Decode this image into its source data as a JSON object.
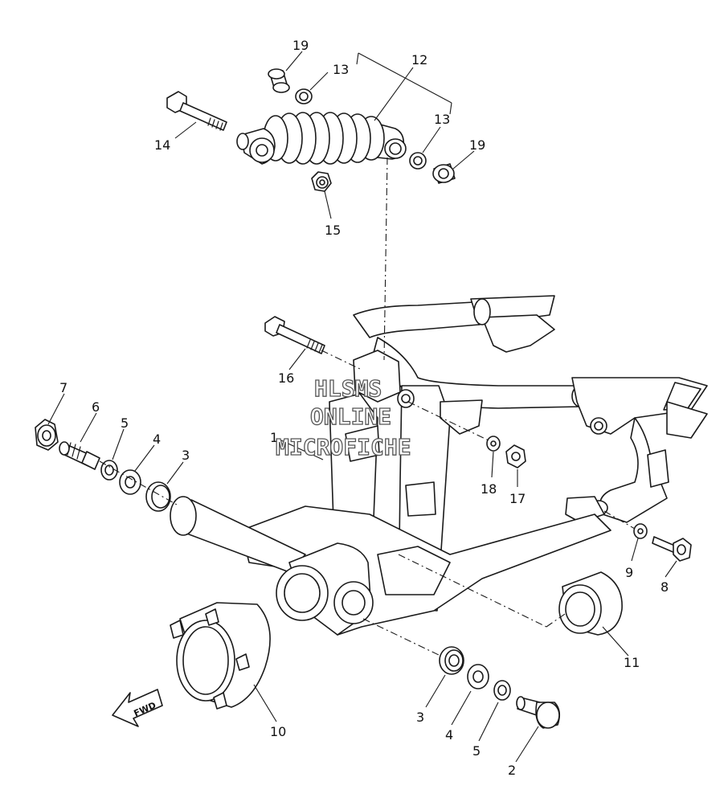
{
  "callouts": {
    "c1": "1",
    "c2": "2",
    "c3a": "3",
    "c3b": "3",
    "c4a": "4",
    "c4b": "4",
    "c5a": "5",
    "c5b": "5",
    "c6": "6",
    "c7": "7",
    "c8": "8",
    "c9": "9",
    "c10": "10",
    "c11": "11",
    "c12": "12",
    "c13a": "13",
    "c13b": "13",
    "c14": "14",
    "c15": "15",
    "c16": "16",
    "c17": "17",
    "c18": "18",
    "c19a": "19",
    "c19b": "19"
  },
  "watermark": {
    "line1": "HLSMS",
    "line2": "ONLINE",
    "line3": "MICROFICHE"
  },
  "fwd_label": "FWD"
}
